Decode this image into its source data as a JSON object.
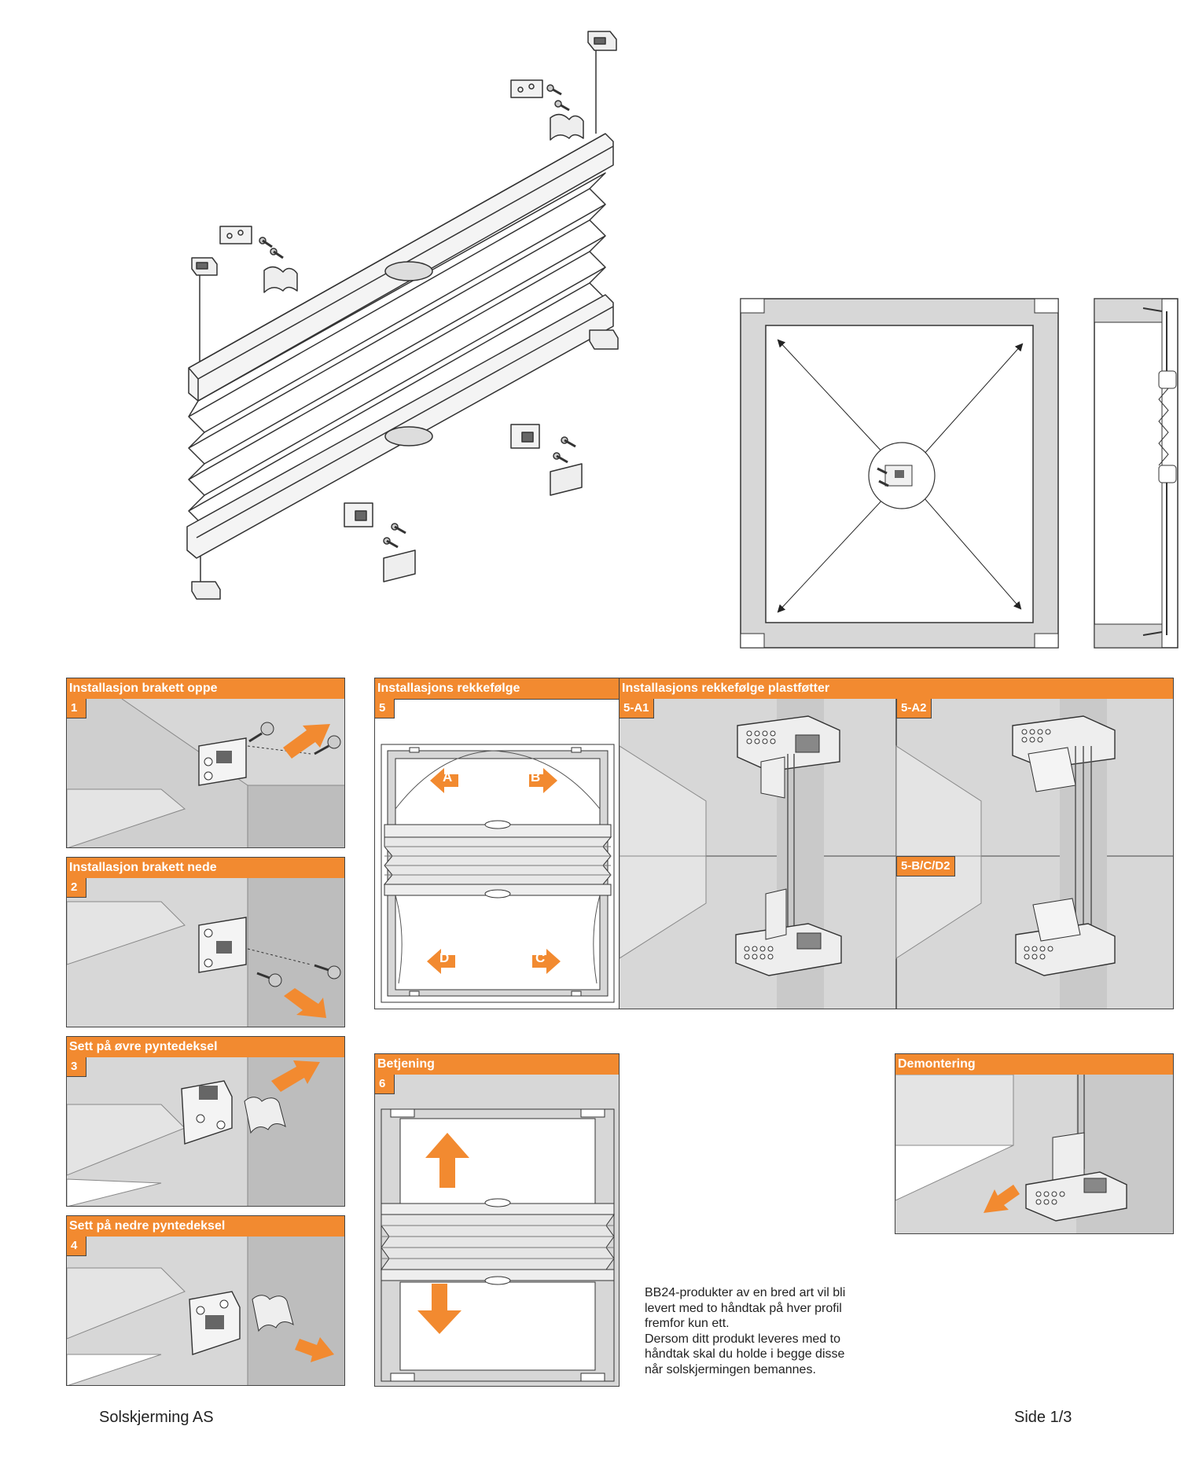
{
  "panels": {
    "p1": {
      "title": "Installasjon brakett oppe",
      "number": "1"
    },
    "p2": {
      "title": "Installasjon brakett nede",
      "number": "2"
    },
    "p3": {
      "title": "Sett på øvre pyntedeksel",
      "number": "3"
    },
    "p4": {
      "title": "Sett på nedre pyntedeksel",
      "number": "4"
    },
    "p5": {
      "title": "Installasjons rekkefølge",
      "number": "5",
      "labels": [
        "A",
        "B",
        "C",
        "D"
      ]
    },
    "p6": {
      "title": "Installasjons rekkefølge plastføtter",
      "subs": [
        "5-A1",
        "5-A2",
        "5-B/C/D2"
      ]
    },
    "p7": {
      "title": "Betjening",
      "number": "6"
    },
    "p8": {
      "title": "Demontering"
    }
  },
  "note": {
    "lines": [
      "BB24-produkter av en bred art vil bli",
      "levert med to håndtak på hver profil",
      "fremfor kun ett.",
      "Dersom ditt produkt leveres med to",
      "håndtak skal du holde i begge disse",
      "når solskjermingen bemannes."
    ]
  },
  "footer": {
    "company": "Solskjerming AS",
    "page": "Side 1/3"
  },
  "colors": {
    "accent": "#f28a30",
    "wall": "#d7d7d7",
    "wall_dark": "#bdbdbd",
    "line": "#333333"
  }
}
